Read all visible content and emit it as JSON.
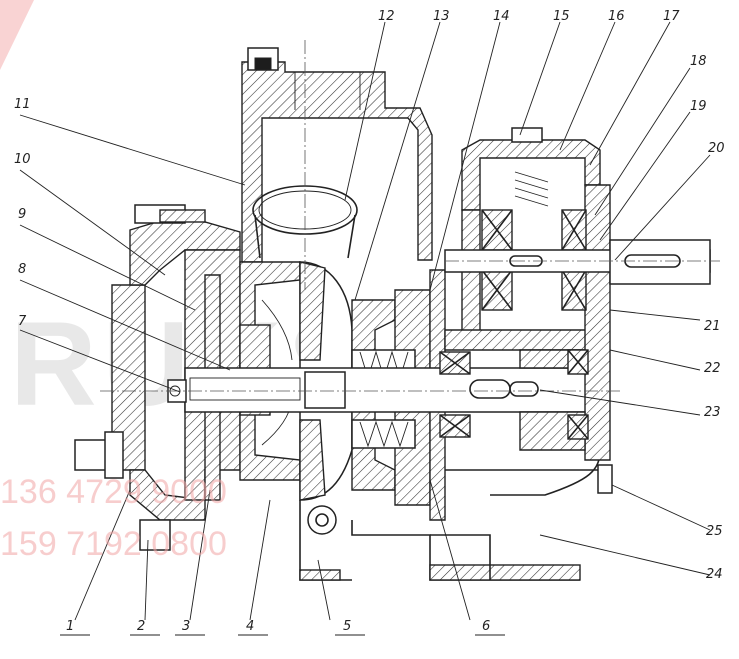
{
  "callouts": {
    "c1": "1",
    "c2": "2",
    "c3": "3",
    "c4": "4",
    "c5": "5",
    "c6": "6",
    "c7": "7",
    "c8": "8",
    "c9": "9",
    "c10": "10",
    "c11": "11",
    "c12": "12",
    "c13": "13",
    "c14": "14",
    "c15": "15",
    "c16": "16",
    "c17": "17",
    "c18": "18",
    "c19": "19",
    "c20": "20",
    "c21": "21",
    "c22": "22",
    "c23": "23",
    "c24": "24",
    "c25": "25"
  },
  "watermark": {
    "phone_1": "136 4729 9000",
    "phone_2": "159 7192 0800",
    "logo": "RUKS"
  },
  "colors": {
    "ink": "#222222",
    "watermark_red": "#f2a6a6",
    "watermark_gray": "#bfbfbf"
  }
}
